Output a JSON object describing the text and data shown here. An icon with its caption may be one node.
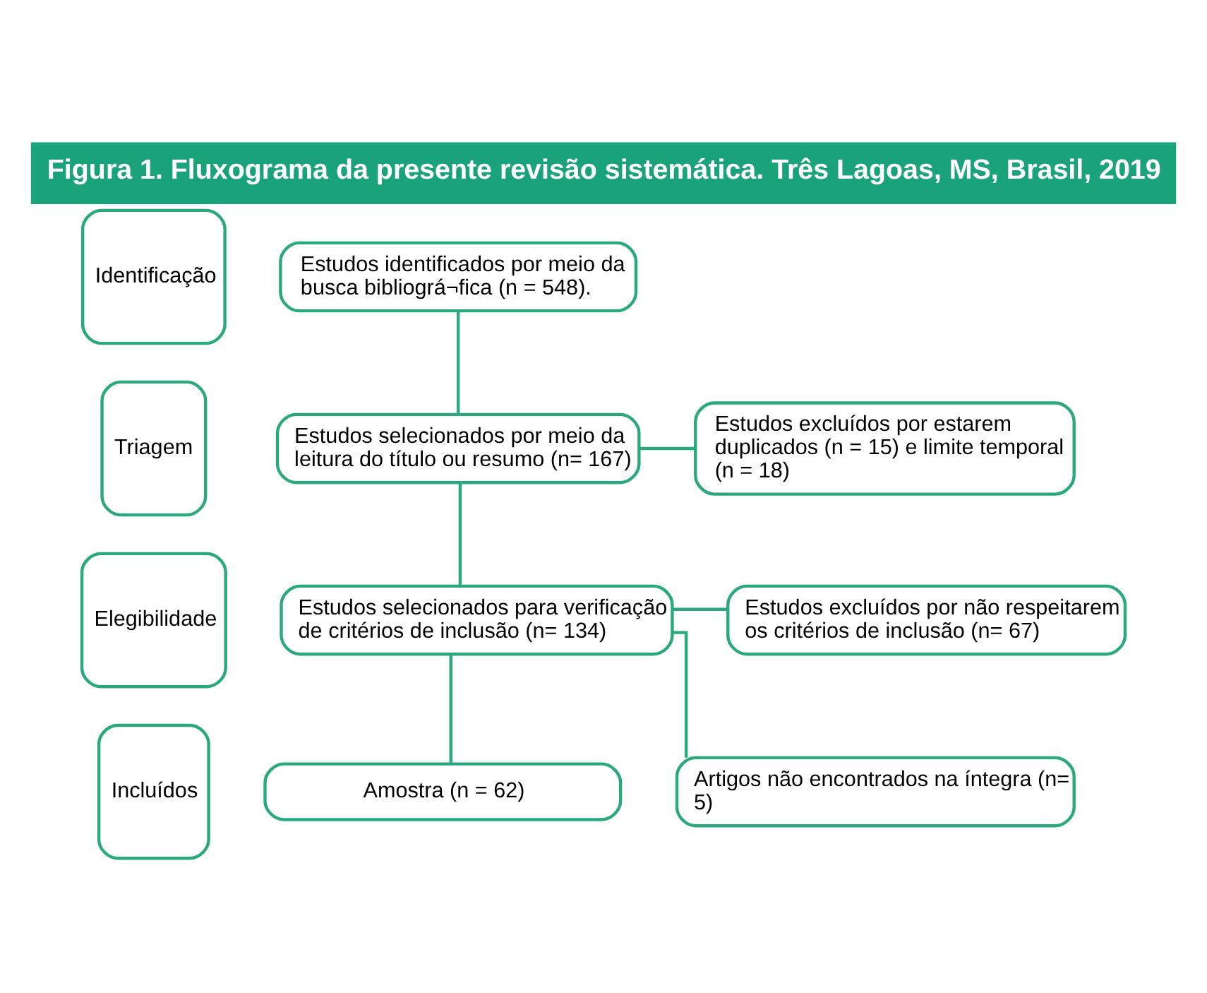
{
  "diagram": {
    "title": "Figura 1. Fluxograma da presente revisão sistemática. Três Lagoas, MS, Brasil, 2019",
    "nodes": [
      {
        "text": [
          "Identificação"
        ]
      },
      {
        "text": [
          "Estudos identificados por meio da busca bibliográ¬fica (n = 548)."
        ]
      },
      {
        "text": [
          "Triagem"
        ]
      },
      {
        "text": [
          "Estudos selecionados por meio da leitura do título ou resumo (n= 167)"
        ]
      },
      {
        "text": [
          "Estudos excluídos por estarem duplicados (n = 15) e limite temporal (n = 18)"
        ]
      },
      {
        "text": [
          "Elegibilidade"
        ]
      },
      {
        "text": [
          "Estudos selecionados para verificação de critérios de inclusão (n= 134)"
        ]
      },
      {
        "text": [
          "Estudos excluídos por não respeitarem os critérios de inclusão (n= 67)"
        ]
      },
      {
        "text": [
          "Artigos não encontrados na íntegra (n= 5)"
        ]
      },
      {
        "text": [
          "Incluídos"
        ]
      },
      {
        "text": [
          "Amostra (n = 62)"
        ]
      }
    ],
    "edges": [
      {
        "from": 1,
        "to": 3,
        "arrow": "none"
      },
      {
        "from": 3,
        "to": 4,
        "arrow": "none"
      },
      {
        "from": 3,
        "to": 6,
        "arrow": "none"
      },
      {
        "from": 6,
        "to": 7,
        "arrow": "none"
      },
      {
        "from": 6,
        "to": 8,
        "arrow": "none"
      },
      {
        "from": 6,
        "to": 10,
        "arrow": "none"
      }
    ]
  }
}
